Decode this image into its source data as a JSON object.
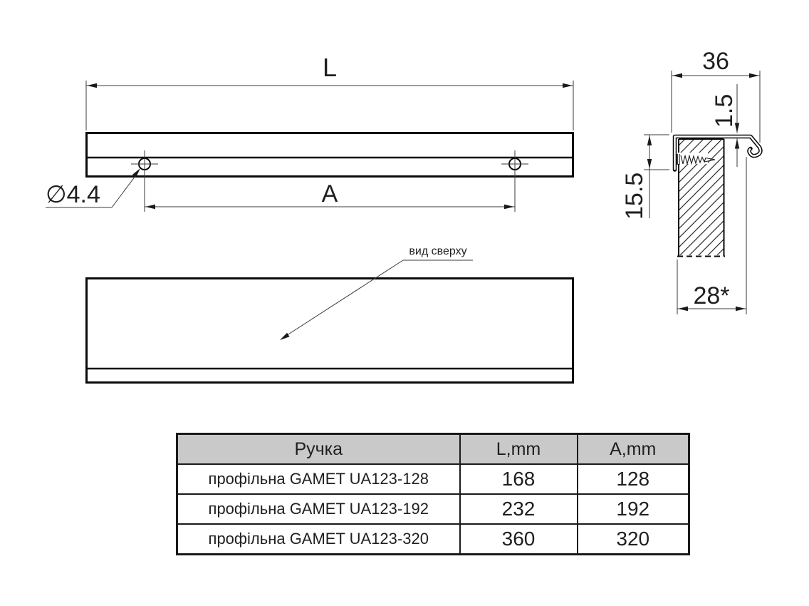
{
  "drawing": {
    "front_view": {
      "length_label": "L",
      "spacing_label": "A",
      "hole_diameter_label": "∅4.4"
    },
    "top_view": {
      "label": "вид сверху"
    },
    "section_view": {
      "width_label": "36",
      "thickness_label": "1.5",
      "height_label": "15.5",
      "depth_label": "28*"
    }
  },
  "table": {
    "headers": [
      "Ручка",
      "L,mm",
      "A,mm"
    ],
    "rows": [
      {
        "name": "профільна GAMET UA123-128",
        "l": "168",
        "a": "128"
      },
      {
        "name": "профільна GAMET UA123-192",
        "l": "232",
        "a": "192"
      },
      {
        "name": "профільна GAMET UA123-320",
        "l": "360",
        "a": "320"
      }
    ]
  },
  "colors": {
    "object_line": "#0a0a0a",
    "dim_line": "#3a3a3a",
    "table_header_bg": "#c9c9c9",
    "text": "#1f1f1f"
  }
}
